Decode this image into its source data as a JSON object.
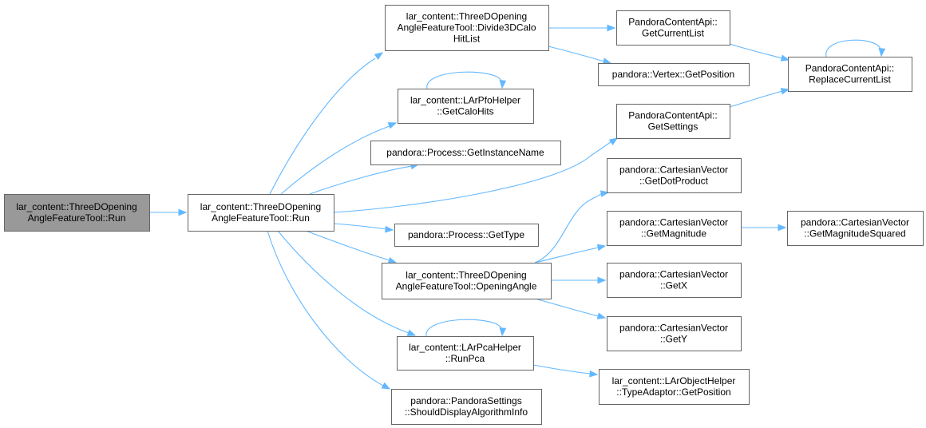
{
  "graph": {
    "colors": {
      "edge": "#63b8ff",
      "node_border": "#666666",
      "root_fill": "#999999",
      "node_fill": "#ffffff"
    },
    "nodes": [
      {
        "id": "entry",
        "lines": [
          "lar_content::ThreeDOpening",
          "AngleFeatureTool::Run"
        ],
        "highlighted": true
      },
      {
        "id": "run",
        "lines": [
          "lar_content::ThreeDOpening",
          "AngleFeatureTool::Run"
        ]
      },
      {
        "id": "divide",
        "lines": [
          "lar_content::ThreeDOpening",
          "AngleFeatureTool::Divide3DCalo",
          "HitList"
        ]
      },
      {
        "id": "getcalohits",
        "lines": [
          "lar_content::LArPfoHelper",
          "::GetCaloHits"
        ]
      },
      {
        "id": "instancename",
        "lines": [
          "pandora::Process::GetInstanceName"
        ]
      },
      {
        "id": "gettype",
        "lines": [
          "pandora::Process::GetType"
        ]
      },
      {
        "id": "openingangle",
        "lines": [
          "lar_content::ThreeDOpening",
          "AngleFeatureTool::OpeningAngle"
        ]
      },
      {
        "id": "runpca",
        "lines": [
          "lar_content::LArPcaHelper",
          "::RunPca"
        ]
      },
      {
        "id": "shoulddisplay",
        "lines": [
          "pandora::PandoraSettings",
          "::ShouldDisplayAlgorithmInfo"
        ]
      },
      {
        "id": "getcurrentlist",
        "lines": [
          "PandoraContentApi::",
          "GetCurrentList"
        ]
      },
      {
        "id": "vertexpos",
        "lines": [
          "pandora::Vertex::GetPosition"
        ]
      },
      {
        "id": "getsettings",
        "lines": [
          "PandoraContentApi::",
          "GetSettings"
        ]
      },
      {
        "id": "dotproduct",
        "lines": [
          "pandora::CartesianVector",
          "::GetDotProduct"
        ]
      },
      {
        "id": "magnitude",
        "lines": [
          "pandora::CartesianVector",
          "::GetMagnitude"
        ]
      },
      {
        "id": "getx",
        "lines": [
          "pandora::CartesianVector",
          "::GetX"
        ]
      },
      {
        "id": "gety",
        "lines": [
          "pandora::CartesianVector",
          "::GetY"
        ]
      },
      {
        "id": "typeadaptor",
        "lines": [
          "lar_content::LArObjectHelper",
          "::TypeAdaptor::GetPosition"
        ]
      },
      {
        "id": "replacelist",
        "lines": [
          "PandoraContentApi::",
          "ReplaceCurrentList"
        ]
      },
      {
        "id": "magsquared",
        "lines": [
          "pandora::CartesianVector",
          "::GetMagnitudeSquared"
        ]
      }
    ],
    "edges": [
      {
        "from": "entry",
        "to": "run"
      },
      {
        "from": "run",
        "to": "divide"
      },
      {
        "from": "run",
        "to": "getcalohits"
      },
      {
        "from": "run",
        "to": "instancename"
      },
      {
        "from": "run",
        "to": "getsettings"
      },
      {
        "from": "run",
        "to": "gettype"
      },
      {
        "from": "run",
        "to": "openingangle"
      },
      {
        "from": "run",
        "to": "runpca"
      },
      {
        "from": "run",
        "to": "shoulddisplay"
      },
      {
        "from": "divide",
        "to": "getcurrentlist"
      },
      {
        "from": "divide",
        "to": "vertexpos"
      },
      {
        "from": "getcurrentlist",
        "to": "replacelist"
      },
      {
        "from": "getsettings",
        "to": "replacelist"
      },
      {
        "from": "replacelist",
        "to": "replacelist"
      },
      {
        "from": "getcalohits",
        "to": "getcalohits"
      },
      {
        "from": "openingangle",
        "to": "dotproduct"
      },
      {
        "from": "openingangle",
        "to": "magnitude"
      },
      {
        "from": "openingangle",
        "to": "getx"
      },
      {
        "from": "openingangle",
        "to": "gety"
      },
      {
        "from": "magnitude",
        "to": "magsquared"
      },
      {
        "from": "runpca",
        "to": "runpca"
      },
      {
        "from": "runpca",
        "to": "typeadaptor"
      }
    ]
  }
}
